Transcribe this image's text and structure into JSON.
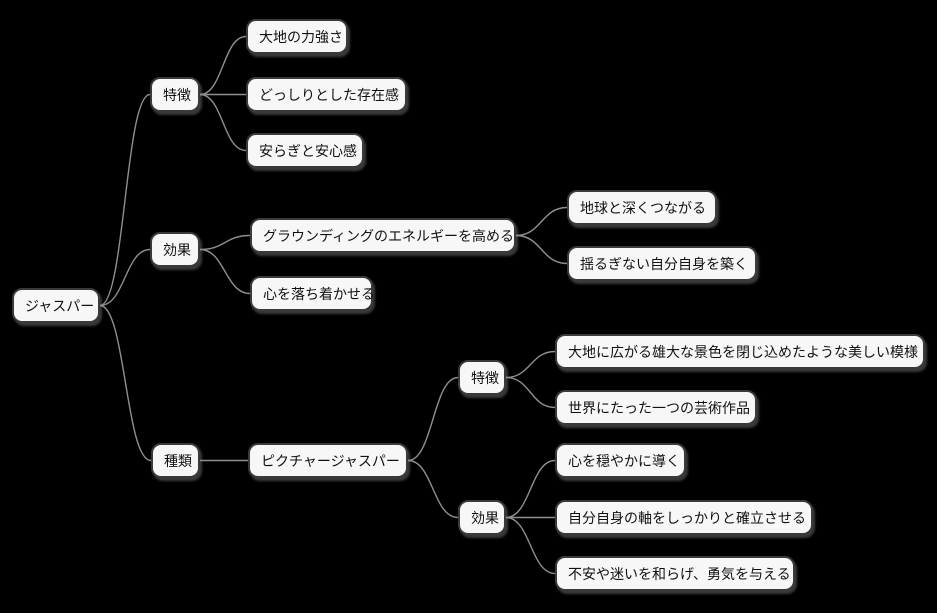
{
  "mindmap": {
    "root": {
      "label": "ジャスパー"
    },
    "branches": [
      {
        "label": "特徴",
        "children": [
          {
            "label": "大地の力強さ"
          },
          {
            "label": "どっしりとした存在感"
          },
          {
            "label": "安らぎと安心感"
          }
        ]
      },
      {
        "label": "効果",
        "children": [
          {
            "label": "グラウンディングのエネルギーを高める",
            "children": [
              {
                "label": "地球と深くつながる"
              },
              {
                "label": "揺るぎない自分自身を築く"
              }
            ]
          },
          {
            "label": "心を落ち着かせる"
          }
        ]
      },
      {
        "label": "種類",
        "children": [
          {
            "label": "ピクチャージャスパー",
            "children": [
              {
                "label": "特徴",
                "children": [
                  {
                    "label": "大地に広がる雄大な景色を閉じ込めたような美しい模様"
                  },
                  {
                    "label": "世界にたった一つの芸術作品"
                  }
                ]
              },
              {
                "label": "効果",
                "children": [
                  {
                    "label": "心を穏やかに導く"
                  },
                  {
                    "label": "自分自身の軸をしっかりと確立させる"
                  },
                  {
                    "label": "不安や迷いを和らげ、勇気を与える"
                  }
                ]
              }
            ]
          }
        ]
      }
    ],
    "colors": {
      "background": "#000000",
      "node_fill": "#f7f7f7",
      "node_border": "#3a3a3a",
      "node_text": "#111111",
      "connector": "#8f8f8f"
    }
  }
}
